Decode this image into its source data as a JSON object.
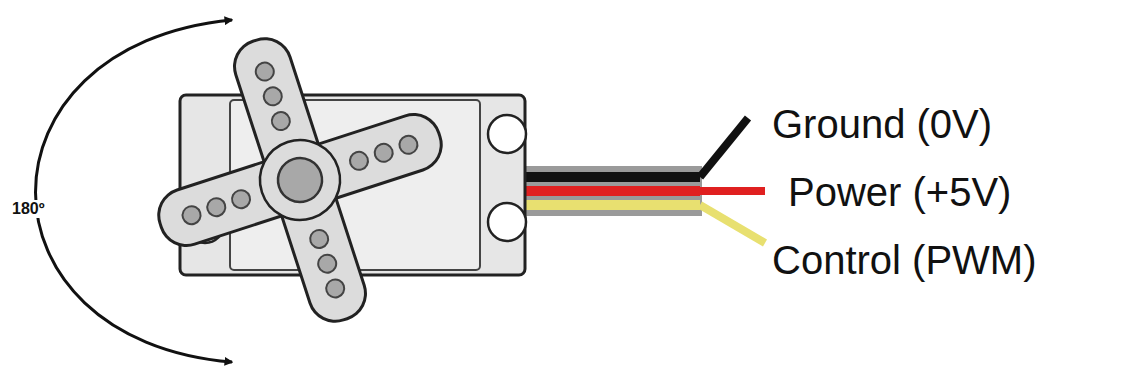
{
  "diagram": {
    "labels": [
      "180º",
      "Ground (0V)",
      "Power (+5V)",
      "Control (PWM)"
    ]
  }
}
